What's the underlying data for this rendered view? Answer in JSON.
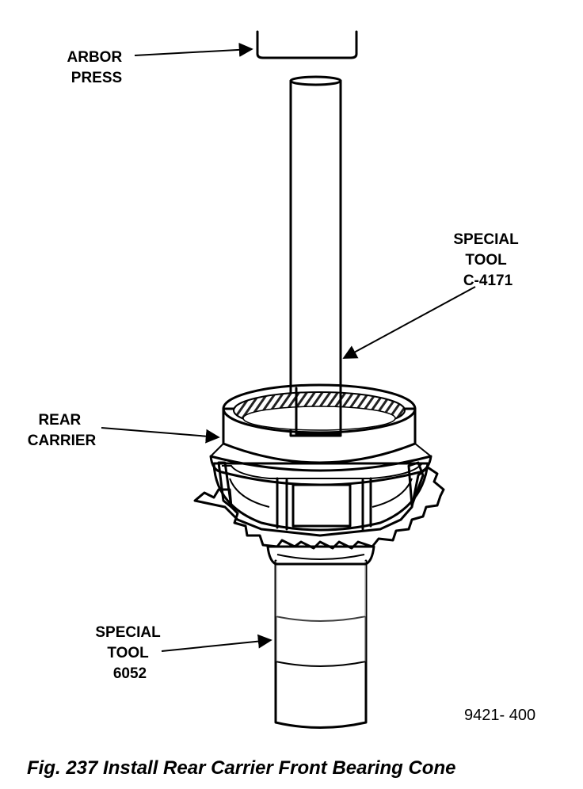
{
  "labels": {
    "arbor_press": [
      "ARBOR",
      "PRESS"
    ],
    "special_tool_c4171": [
      "SPECIAL",
      "TOOL",
      "C-4171"
    ],
    "rear_carrier": [
      "REAR",
      "CARRIER"
    ],
    "special_tool_6052": [
      "SPECIAL",
      "TOOL",
      "6052"
    ]
  },
  "figure_ref": "9421- 400",
  "caption": "Fig. 237 Install Rear Carrier Front Bearing Cone"
}
